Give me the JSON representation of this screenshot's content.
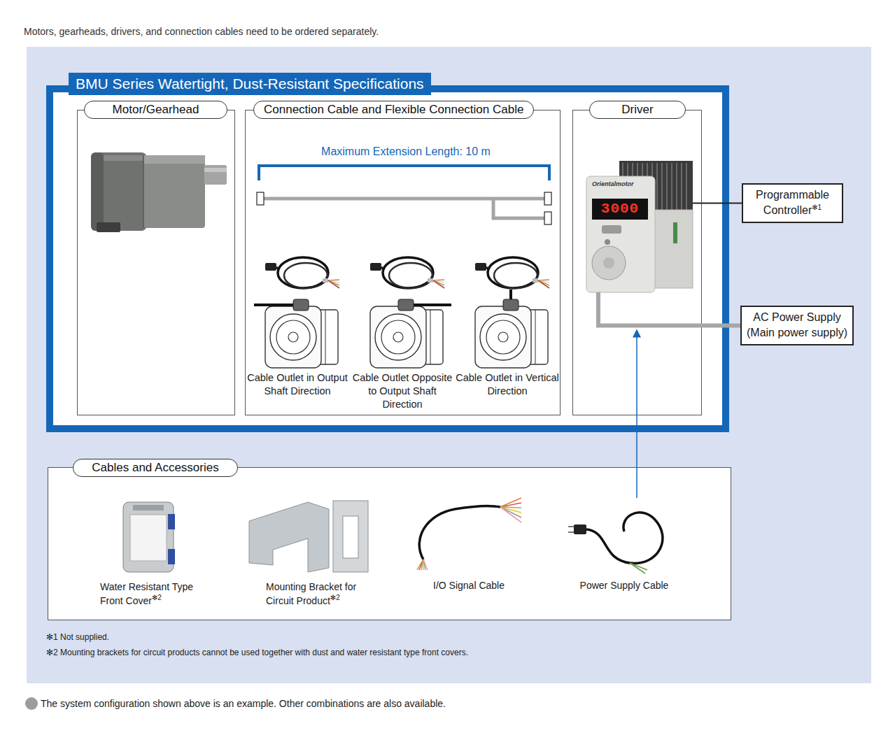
{
  "diagram": {
    "nodes": [
      {
        "text": [
          "BMU Series Watertight, Dust-Resistant Specifications"
        ]
      },
      {
        "text": [
          "Motor/Gearhead"
        ],
        "in": 0
      },
      {
        "text": [
          "Connection Cable and Flexible Connection Cable",
          "Maximum Extension Length: 10 m",
          "Cable Outlet in Output Shaft Direction",
          "Cable Outlet Opposite to Output Shaft Direction",
          "Cable Outlet in Vertical Direction"
        ],
        "in": 0
      },
      {
        "text": [
          "Driver"
        ],
        "in": 0
      },
      {
        "text": [
          "Programmable Controller",
          "✻1"
        ]
      },
      {
        "text": [
          "AC Power Supply (Main power supply)"
        ]
      },
      {
        "text": [
          "Cables and Accessories",
          "Water Resistant Type Front Cover",
          "✻2",
          "Mounting Bracket for Circuit Product",
          "✻2",
          "I/O Signal Cable",
          "Power Supply Cable"
        ]
      }
    ],
    "edges": [
      {
        "from": 3,
        "to": 4,
        "arrow": "none"
      },
      {
        "from": 3,
        "to": 5,
        "arrow": "none"
      }
    ],
    "labels": [
      "Motors, gearheads, drivers, and connection cables need to be ordered separately.",
      "Orientalmotor",
      "3000",
      "✻1 Not supplied.",
      "✻2 Mounting brackets for circuit products cannot be used together with dust and water resistant type front covers.",
      "The system configuration shown above is an example. Other combinations are also available."
    ]
  }
}
